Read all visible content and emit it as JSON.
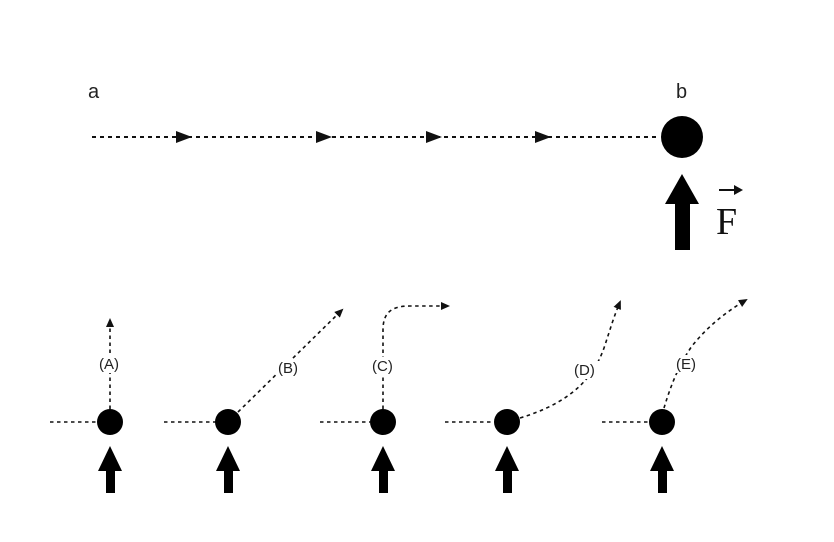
{
  "diagram": {
    "label_a": "a",
    "label_b": "b",
    "force_symbol": "F"
  },
  "options": [
    {
      "label": "(A)"
    },
    {
      "label": "(B)"
    },
    {
      "label": "(C)"
    },
    {
      "label": "(D)"
    },
    {
      "label": "(E)"
    }
  ]
}
